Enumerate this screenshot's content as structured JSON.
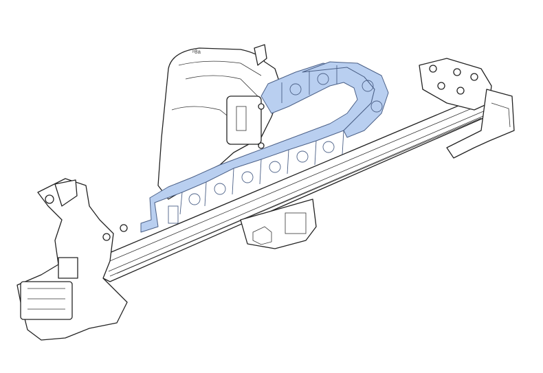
{
  "figure": {
    "type": "technical-line-drawing",
    "subject": "printer-x-axis-gantry-with-cable-chain",
    "colors": {
      "background": "#ffffff",
      "line": "#222222",
      "cable_chain_fill": "#b9cff0",
      "cable_chain_stroke": "#4a5f86"
    },
    "parts": {
      "rail": "x-axis-extrusion",
      "carriage": "print-head-carriage",
      "chain": "cable-drag-chain",
      "left_motor": "left-motor-mount",
      "right_end": "right-idler-end"
    },
    "marking_text": "ᵖ8a"
  }
}
